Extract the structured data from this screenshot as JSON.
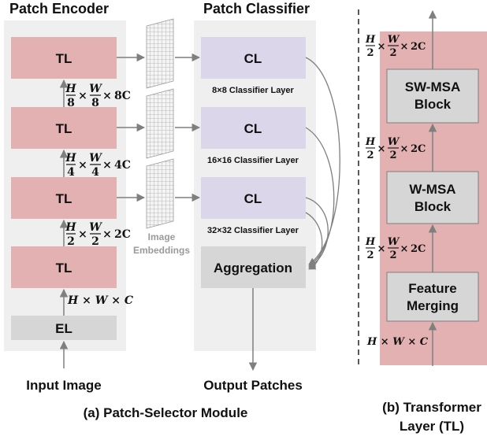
{
  "panel_a": {
    "encoder_title": "Patch Encoder",
    "classifier_title": "Patch Classifier",
    "tl_label": "TL",
    "el_label": "EL",
    "cl_label": "CL",
    "classifier_layers": [
      "8×8 Classifier Layer",
      "16×16 Classifier Layer",
      "32×32 Classifier Layer"
    ],
    "aggregation_label": "Aggregation",
    "embeddings_label_1": "Image",
    "embeddings_label_2": "Embeddings",
    "input_label": "Input Image",
    "output_label": "Output Patches",
    "caption": "(a) Patch-Selector Module",
    "dims": [
      {
        "num": "H",
        "den": "8",
        "num2": "W",
        "den2": "8",
        "ch": "8C"
      },
      {
        "num": "H",
        "den": "4",
        "num2": "W",
        "den2": "4",
        "ch": "4C"
      },
      {
        "num": "H",
        "den": "2",
        "num2": "W",
        "den2": "2",
        "ch": "2C"
      }
    ],
    "dim_full": "H × W × C"
  },
  "panel_b": {
    "swmsa_1": "SW-MSA",
    "swmsa_2": "Block",
    "wmsa_1": "W-MSA",
    "wmsa_2": "Block",
    "feature_1": "Feature",
    "feature_2": "Merging",
    "dims": [
      {
        "num": "H",
        "den": "2",
        "num2": "W",
        "den2": "2",
        "ch": "2C"
      },
      {
        "num": "H",
        "den": "2",
        "num2": "W",
        "den2": "2",
        "ch": "2C"
      },
      {
        "num": "H",
        "den": "2",
        "num2": "W",
        "den2": "2",
        "ch": "2C"
      }
    ],
    "dim_full": "H × W × C",
    "caption_1": "(b) Transformer",
    "caption_2": "Layer (TL)"
  },
  "colors": {
    "pink": "#e3b1b1",
    "lavender": "#dcd6ea",
    "gray_box": "#d6d6d6",
    "panel_bg": "#efefef",
    "arrow": "#7f7f7f"
  }
}
